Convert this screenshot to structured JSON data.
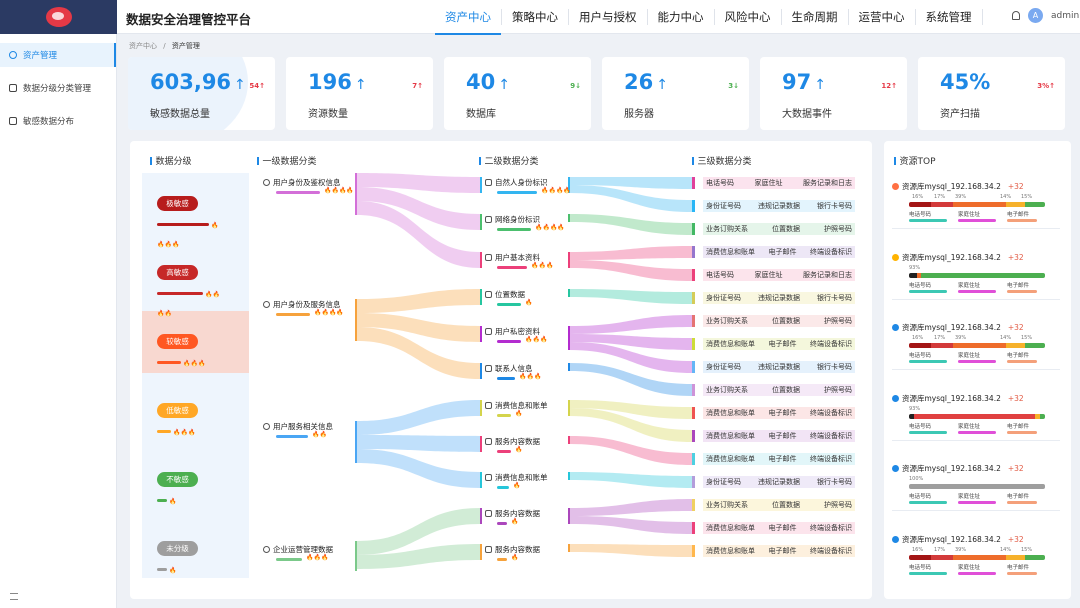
{
  "app": {
    "title": "数据安全治理管控平台",
    "user": "admin",
    "avatar_letter": "A"
  },
  "nav": [
    "资产中心",
    "策略中心",
    "用户与授权",
    "能力中心",
    "风险中心",
    "生命周期",
    "运营中心",
    "系统管理"
  ],
  "sidebar": [
    "资产管理",
    "数据分级分类管理",
    "敏感数据分布"
  ],
  "breadcrumb": {
    "parent": "资产中心",
    "sep": "/",
    "current": "资产管理"
  },
  "cards": [
    {
      "value": "603,96",
      "arrow": "↑",
      "label": "敏感数据总量",
      "delta": "54↑",
      "delta_color": "#e53946"
    },
    {
      "value": "196",
      "arrow": "↑",
      "label": "资源数量",
      "delta": "7↑",
      "delta_color": "#e53946"
    },
    {
      "value": "40",
      "arrow": "↑",
      "label": "数据库",
      "delta": "9↓",
      "delta_color": "#4caf50"
    },
    {
      "value": "26",
      "arrow": "↑",
      "label": "服务器",
      "delta": "3↓",
      "delta_color": "#4caf50"
    },
    {
      "value": "97",
      "arrow": "↑",
      "label": "大数据事件",
      "delta": "12↑",
      "delta_color": "#e53946"
    },
    {
      "value": "45%",
      "arrow": "",
      "label": "资产扫描",
      "delta": "3%↑",
      "delta_color": "#e53946"
    }
  ],
  "columns": {
    "level": "数据分级",
    "l1": "一级数据分类",
    "l2": "二级数据分类",
    "l3": "三级数据分类"
  },
  "levels": [
    {
      "label": "极敏感",
      "color": "#b71c1c",
      "flames": "🔥🔥🔥🔥"
    },
    {
      "label": "高敏感",
      "color": "#c62828",
      "flames": "🔥🔥🔥🔥"
    },
    {
      "label": "较敏感",
      "color": "#ff5722",
      "flames": "🔥🔥🔥"
    },
    {
      "label": "低敏感",
      "color": "#ffa726",
      "flames": "🔥🔥🔥"
    },
    {
      "label": "不敏感",
      "color": "#4caf50",
      "flames": "🔥"
    },
    {
      "label": "未分级",
      "color": "#9e9e9e",
      "flames": "🔥"
    }
  ],
  "l1": [
    {
      "label": "用户身份及鉴权信息",
      "color": "#d36fd8",
      "flames": "🔥🔥🔥🔥"
    },
    {
      "label": "用户身份及服务信息",
      "color": "#f6a23c",
      "flames": "🔥🔥🔥🔥"
    },
    {
      "label": "用户服务相关信息",
      "color": "#4aa6f4",
      "flames": "🔥🔥"
    },
    {
      "label": "企业运营管理数据",
      "color": "#7bc98a",
      "flames": "🔥🔥🔥"
    }
  ],
  "l2": [
    {
      "label": "自然人身份标识",
      "color": "#33b5f0",
      "flames": "🔥🔥🔥🔥"
    },
    {
      "label": "网络身份标识",
      "color": "#4cbf6e",
      "flames": "🔥🔥🔥🔥"
    },
    {
      "label": "用户基本资料",
      "color": "#ec407a",
      "flames": "🔥🔥🔥"
    },
    {
      "label": "位置数据",
      "color": "#26c6a0",
      "flames": "🔥"
    },
    {
      "label": "用户私密资料",
      "color": "#b32ccf",
      "flames": "🔥🔥🔥"
    },
    {
      "label": "联系人信息",
      "color": "#1e88e5",
      "flames": "🔥🔥🔥"
    },
    {
      "label": "消费信息和账单",
      "color": "#d4d44c",
      "flames": "🔥"
    },
    {
      "label": "服务内容数据",
      "color": "#ec407a",
      "flames": "🔥"
    },
    {
      "label": "消费信息和账单",
      "color": "#26c6da",
      "flames": "🔥"
    },
    {
      "label": "服务内容数据",
      "color": "#ab47bc",
      "flames": "🔥"
    },
    {
      "label": "服务内容数据",
      "color": "#f6a23c",
      "flames": "🔥"
    }
  ],
  "l3": [
    {
      "tags": [
        "电话号码",
        "家庭住址",
        "服务记录和日志"
      ],
      "color": "#e0409a",
      "bg": "#fbe3ee"
    },
    {
      "tags": [
        "身份证号码",
        "违规记录数据",
        "银行卡号码"
      ],
      "color": "#29b6f6",
      "bg": "#e3f4fd"
    },
    {
      "tags": [
        "业务订购关系",
        "位置数据",
        "护照号码"
      ],
      "color": "#43b864",
      "bg": "#e5f5ea"
    },
    {
      "tags": [
        "消费信息和账单",
        "电子邮件",
        "终端设备标识"
      ],
      "color": "#9575cd",
      "bg": "#ede7f6"
    },
    {
      "tags": [
        "电话号码",
        "家庭住址",
        "服务记录和日志"
      ],
      "color": "#ec407a",
      "bg": "#fce4ec"
    },
    {
      "tags": [
        "身份证号码",
        "违规记录数据",
        "银行卡号码"
      ],
      "color": "#d4cc58",
      "bg": "#f9f7e0"
    },
    {
      "tags": [
        "业务订购关系",
        "位置数据",
        "护照号码"
      ],
      "color": "#e57373",
      "bg": "#fbe9e9"
    },
    {
      "tags": [
        "消费信息和账单",
        "电子邮件",
        "终端设备标识"
      ],
      "color": "#cddc39",
      "bg": "#f4f7dc"
    },
    {
      "tags": [
        "身份证号码",
        "违规记录数据",
        "银行卡号码"
      ],
      "color": "#64b5f6",
      "bg": "#e5f1fc"
    },
    {
      "tags": [
        "业务订购关系",
        "位置数据",
        "护照号码"
      ],
      "color": "#ce93d8",
      "bg": "#f5e9f7"
    },
    {
      "tags": [
        "消费信息和账单",
        "电子邮件",
        "终端设备标识"
      ],
      "color": "#ef5350",
      "bg": "#fce6e6"
    },
    {
      "tags": [
        "消费信息和账单",
        "电子邮件",
        "终端设备标识"
      ],
      "color": "#ab47bc",
      "bg": "#f2e4f5"
    },
    {
      "tags": [
        "消费信息和账单",
        "电子邮件",
        "终端设备标识"
      ],
      "color": "#4dd0e1",
      "bg": "#e2f6f9"
    },
    {
      "tags": [
        "身份证号码",
        "违规记录数据",
        "银行卡号码"
      ],
      "color": "#b39ddb",
      "bg": "#efeaf8"
    },
    {
      "tags": [
        "业务订购关系",
        "位置数据",
        "护照号码"
      ],
      "color": "#f0d060",
      "bg": "#fcf6dc"
    },
    {
      "tags": [
        "消费信息和账单",
        "电子邮件",
        "终端设备标识"
      ],
      "color": "#ec407a",
      "bg": "#fce4ec"
    },
    {
      "tags": [
        "消费信息和账单",
        "电子邮件",
        "终端设备标识"
      ],
      "color": "#ffb74d",
      "bg": "#fdf0de"
    }
  ],
  "top": {
    "title": "资源TOP",
    "legend": [
      "电话号码",
      "家庭住址",
      "电子邮件"
    ],
    "items": [
      {
        "name": "资源库mysql_192.168.34.2",
        "delta": "+32",
        "dot": "#ff7043",
        "pcts": [
          "16%",
          "17%",
          "39%",
          "14%",
          "15%"
        ]
      },
      {
        "name": "资源库mysql_192.168.34.2",
        "delta": "+32",
        "dot": "#ffb300",
        "pcts": [
          "93%"
        ]
      },
      {
        "name": "资源库mysql_192.168.34.2",
        "delta": "+32",
        "dot": "#1e88e5",
        "pcts": [
          "16%",
          "17%",
          "39%",
          "14%",
          "15%"
        ]
      },
      {
        "name": "资源库mysql_192.168.34.2",
        "delta": "+32",
        "dot": "#1e88e5",
        "pcts": [
          "93%"
        ]
      },
      {
        "name": "资源库mysql_192.168.34.2",
        "delta": "+32",
        "dot": "#1e88e5",
        "pcts": [
          "100%"
        ]
      },
      {
        "name": "资源库mysql_192.168.34.2",
        "delta": "+32",
        "dot": "#1e88e5",
        "pcts": [
          "16%",
          "17%",
          "39%",
          "14%",
          "15%"
        ]
      }
    ]
  }
}
